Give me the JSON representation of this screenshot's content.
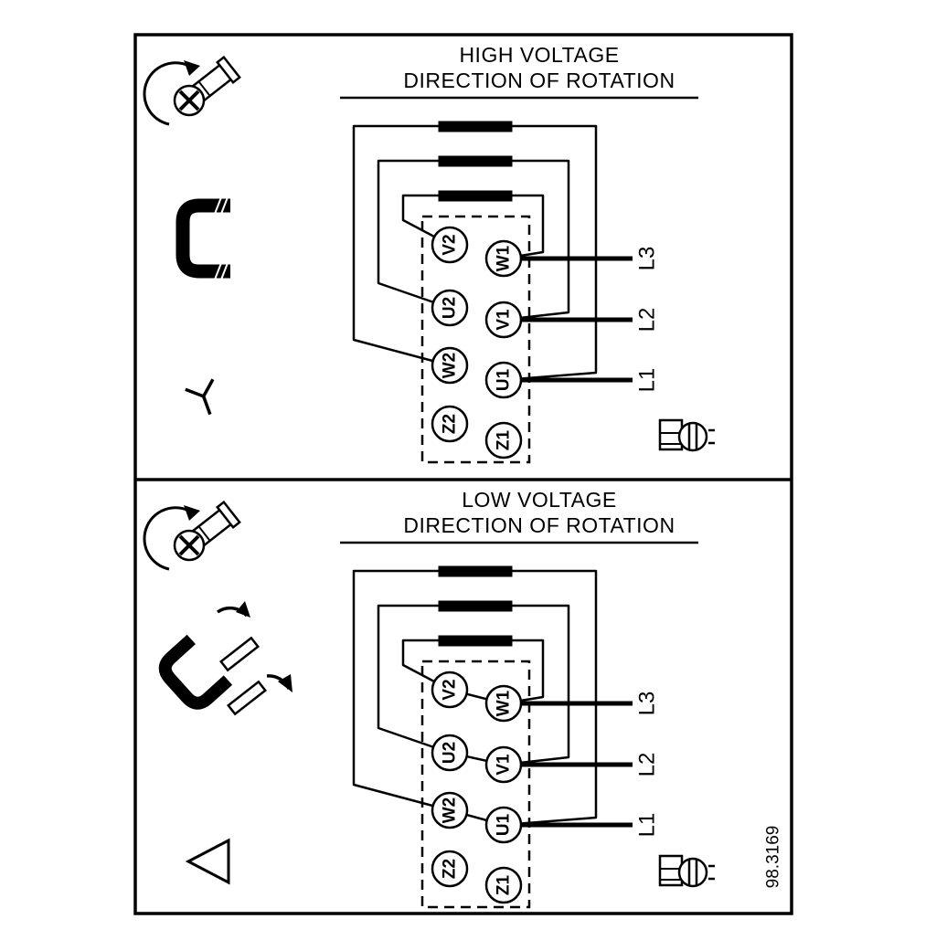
{
  "colors": {
    "ink": "#000000",
    "paper": "#ffffff"
  },
  "drawing_number": "98.3169",
  "panels": [
    {
      "name": "high-voltage",
      "title_line1": "HIGH VOLTAGE",
      "title_line2": "DIRECTION OF ROTATION",
      "connection_symbol": "star",
      "terminals_left": [
        "V2",
        "U2",
        "W2",
        "Z2"
      ],
      "terminals_right": [
        "W1",
        "V1",
        "U1",
        "Z1"
      ],
      "supply_lines": [
        "L3",
        "L2",
        "L1"
      ]
    },
    {
      "name": "low-voltage",
      "title_line1": "LOW VOLTAGE",
      "title_line2": "DIRECTION OF ROTATION",
      "connection_symbol": "delta",
      "terminals_left": [
        "V2",
        "U2",
        "W2",
        "Z2"
      ],
      "terminals_right": [
        "W1",
        "V1",
        "U1",
        "Z1"
      ],
      "supply_lines": [
        "L3",
        "L2",
        "L1"
      ]
    }
  ]
}
